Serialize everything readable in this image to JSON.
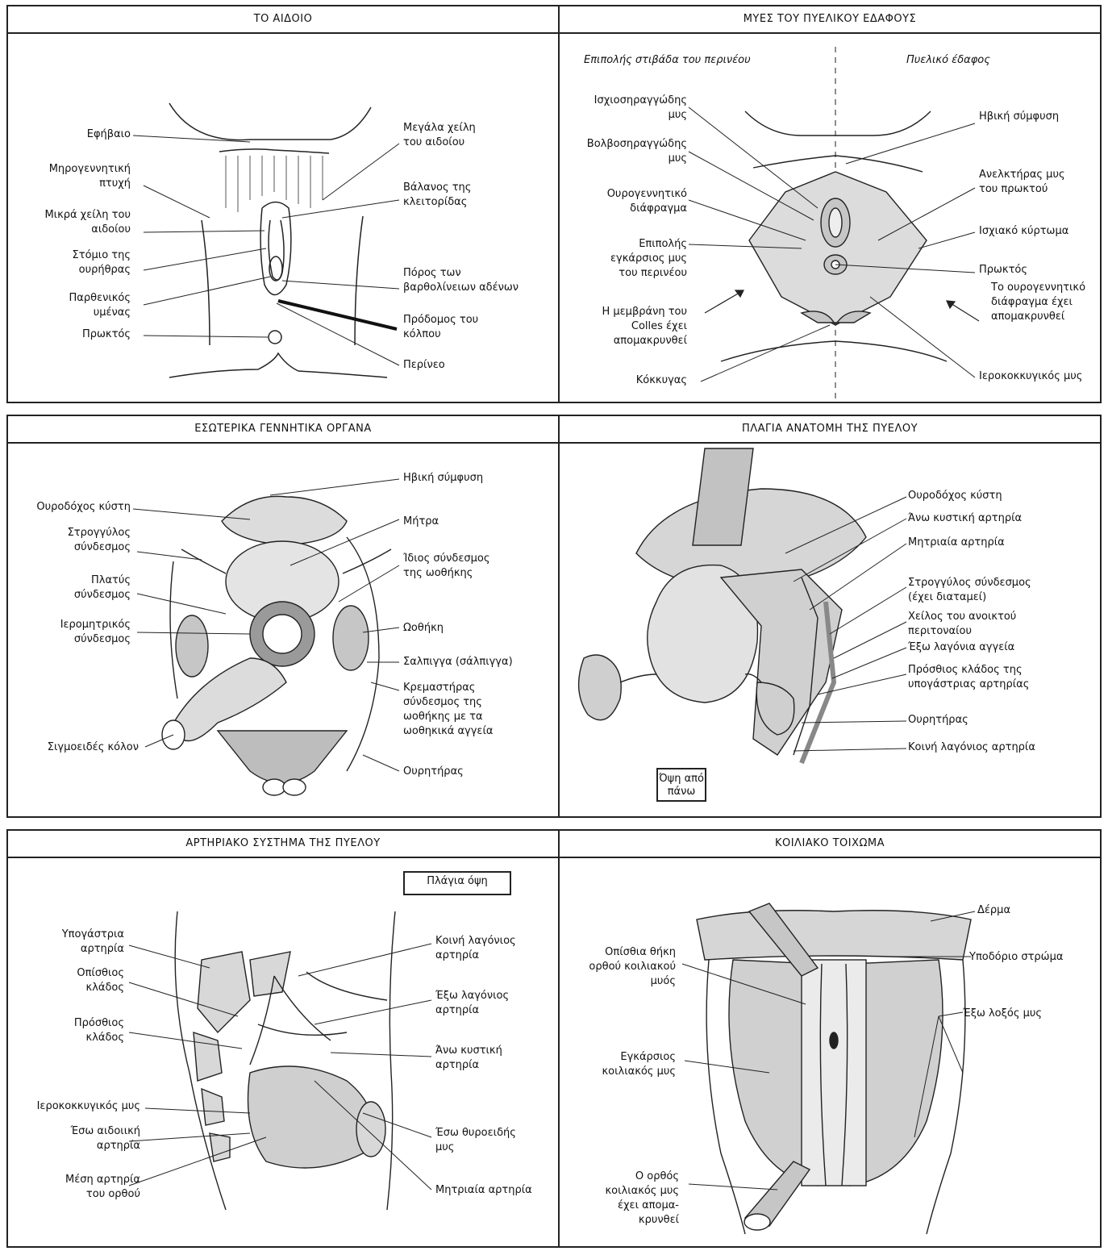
{
  "panels": {
    "vulva": {
      "title": "ΤΟ ΑΙΔΟΙΟ",
      "labels": {
        "epivaio": "Εφήβαιο",
        "miro": "Μηρογεννητική\nπτυχή",
        "mikra": "Μικρά χείλη του\nαιδοίου",
        "stomio": "Στόμιο της\nουρήθρας",
        "parthen": "Παρθενικός\nυμένας",
        "proktos": "Πρωκτός",
        "megala": "Μεγάλα χείλη\nτου αιδοίου",
        "vlanos": "Βάλανος της\nκλειτορίδας",
        "poros": "Πόρος των\nβαρθολίνειων αδένων",
        "prodomos": "Πρόδομος του\nκόλπου",
        "perineo": "Περίνεο"
      }
    },
    "pelvic_floor": {
      "title": "ΜΥΕΣ ΤΟΥ ΠΥΕΛΙΚΟΥ ΕΔΑΦΟΥΣ",
      "labels": {
        "left_header": "Επιπολής στιβάδα του περινέου",
        "right_header": "Πυελικό έδαφος",
        "ischio": "Ισχιοσηραγγώδης\nμυς",
        "volvo": "Βολβοσηραγγώδης\nμυς",
        "ourog": "Ουρογεννητικό\nδιάφραγμα",
        "epipol": "Επιπολής\nεγκάρσιος μυς\nτου περινέου",
        "membr": "Η μεμβράνη του\nColles έχει\nαπομακρυνθεί",
        "kokk": "Κόκκυγας",
        "ivik": "Ηβική σύμφυση",
        "anel": "Ανελκτήρας μυς\nτου πρωκτού",
        "ischiako": "Ισχιακό κύρτωμα",
        "proktos": "Πρωκτός",
        "ourog2": "Το ουρογεννητικό\nδιάφραγμα έχει\nαπομακρυνθεί",
        "ierok": "Ιεροκοκκυγικός μυς"
      }
    },
    "internal": {
      "title": "ΕΣΩΤΕΡΙΚΑ ΓΕΝΝΗΤΙΚΑ ΟΡΓΑΝΑ",
      "labels": {
        "kysti": "Ουροδόχος κύστη",
        "strong": "Στρογγύλος\nσύνδεσμος",
        "platys": "Πλατύς\nσύνδεσμος",
        "ieromitr": "Ιερομητρικός\nσύνδεσμος",
        "sigm": "Σιγμοειδές κόλον",
        "ivik": "Ηβική σύμφυση",
        "mitra": "Μήτρα",
        "idios": "Ίδιος σύνδεσμος\nτης ωοθήκης",
        "oothiki": "Ωοθήκη",
        "salp": "Σαλπιγγα",
        "salp_paren": "(σάλπιγγα)",
        "krem": "Κρεμαστήρας\nσύνδεσμος της\nωοθήκης με τα\nωοθηκικά αγγεία",
        "our": "Ουρητήρας"
      }
    },
    "lateral": {
      "title": "ΠΛΑΓΙΑ ΑΝΑΤΟΜΗ ΤΗΣ ΠΥΕΛΟΥ",
      "labels": {
        "kysti": "Ουροδόχος κύστη",
        "ano": "Άνω κυστική αρτηρία",
        "mitriaia": "Μητριαία αρτηρία",
        "strong": "Στρογγύλος σύνδεσμος\n(έχει διαταμεί)",
        "cheilos": "Χείλος του ανοικτού\nπεριτοναίου",
        "exo_lag": "Έξω λαγόνια αγγεία",
        "prosth": "Πρόσθιος κλάδος της\nυπογάστριας αρτηρίας",
        "our": "Ουρητήρας",
        "koini": "Κοινή λαγόνιος αρτηρία"
      },
      "view_box": "Όψη από\nπάνω"
    },
    "arterial": {
      "title": "ΑΡΤΗΡΙΑΚΟ ΣΥΣΤΗΜΑ ΤΗΣ ΠΥΕΛΟΥ",
      "view_box": "Πλάγια όψη",
      "labels": {
        "ypog": "Υπογάστρια\nαρτηρία",
        "opisth": "Οπίσθιος\nκλάδος",
        "prosth": "Πρόσθιος\nκλάδος",
        "ierok": "Ιεροκοκκυγικός μυς",
        "aidoiki": "Έσω αιδοιική\nαρτηρία",
        "mesi": "Μέση αρτηρία\nτου ορθού",
        "koini": "Κοινή λαγόνιος\nαρτηρία",
        "exo": "Έξω λαγόνιος\nαρτηρία",
        "ano": "Άνω κυστική\nαρτηρία",
        "thyr": "Έσω θυροειδής\nμυς",
        "mitriaia": "Μητριαία αρτηρία"
      }
    },
    "abdominal": {
      "title": "ΚΟΙΛΙΑΚΟ ΤΟΙΧΩΜΑ",
      "labels": {
        "derma": "Δέρμα",
        "ypod": "Υποδόριο στρώμα",
        "opisthia": "Οπίσθια θήκη\nορθού κοιλιακού\nμυός",
        "exo_loxos": "Έξω λοξός μυς",
        "egkars": "Εγκάρσιος\nκοιλιακός μυς",
        "orthos": "Ο ορθός\nκοιλιακός μυς\nέχει απομα-\nκρυνθεί"
      }
    }
  },
  "colors": {
    "line": "#222222",
    "fill": "#d9d9d9",
    "fill_dark": "#9a9a9a"
  }
}
